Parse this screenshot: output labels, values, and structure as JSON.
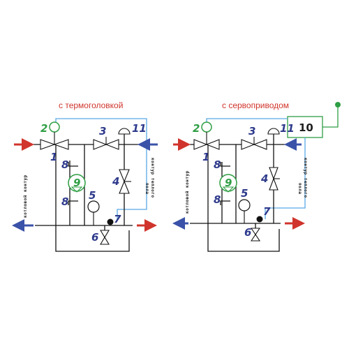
{
  "left": {
    "caption": "с термоголовкой",
    "labels": [
      "1",
      "2",
      "3",
      "4",
      "5",
      "6",
      "7",
      "8",
      "8",
      "9",
      "11"
    ],
    "boiler_circuit": "котловой контур",
    "floor_circuit_1": "контур теплого",
    "floor_circuit_2": "пола"
  },
  "right": {
    "caption": "с сервоприводом",
    "labels": [
      "1",
      "2",
      "3",
      "4",
      "5",
      "6",
      "7",
      "8",
      "8",
      "9",
      "11",
      "10"
    ],
    "boiler_circuit": "котловой контур",
    "floor_circuit_1": "контур теплого",
    "floor_circuit_2": "пола"
  },
  "colors": {
    "supply": "#d0342c",
    "return": "#3a52a8",
    "signal": "#59a9e6",
    "green": "#2f9e44",
    "label": "#2e3a8c"
  },
  "icons": [
    "arrow-red-right",
    "arrow-blue-left",
    "valve-icon",
    "pump-icon",
    "gauge-icon",
    "thermohead-icon",
    "sensor-icon",
    "actuator-box-icon"
  ]
}
